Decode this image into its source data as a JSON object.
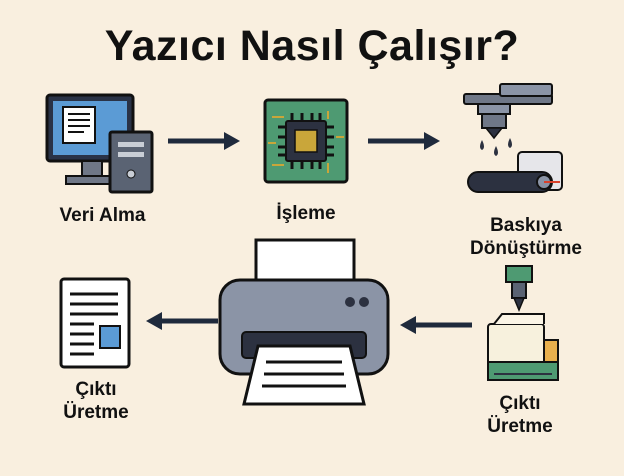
{
  "title": "Yazıcı Nasıl Çalışır?",
  "steps": [
    {
      "label": "Veri Alma"
    },
    {
      "label": "İşleme"
    },
    {
      "label_line1": "Baskıya",
      "label_line2": "Dönüştürme"
    },
    {
      "label_line1": "Çıktı",
      "label_line2": "Üretme"
    },
    {
      "label_line1": "Çıktı",
      "label_line2": "Üretme"
    }
  ],
  "icons": [
    "computer-icon",
    "chip-icon",
    "print-head-icon",
    "printer-icon",
    "3d-print-icon",
    "document-icon"
  ],
  "colors": {
    "background": "#f9efdf",
    "arrow": "#1f2a3c",
    "monitor_screen": "#5b9bd5",
    "chip_board": "#4e9a72",
    "printer_body": "#8b94a6"
  }
}
